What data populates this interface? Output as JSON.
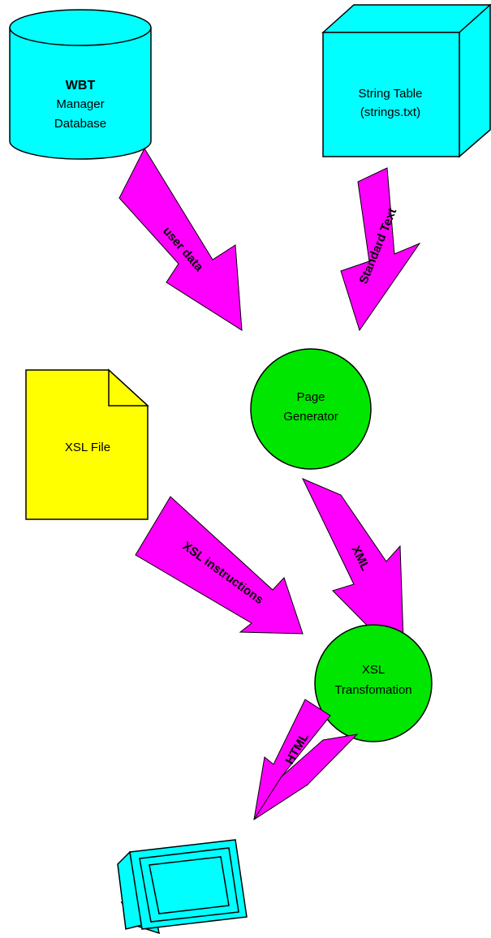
{
  "colors": {
    "cyan": "#00FFFF",
    "green": "#00E600",
    "yellow": "#FFFF00",
    "magenta": "#FF00FF",
    "stroke": "#000000"
  },
  "nodes": {
    "database": {
      "title": "WBT",
      "line2": "Manager",
      "line3": "Database",
      "icon": "cylinder-icon"
    },
    "string_table": {
      "line1": "String Table",
      "line2": "(strings.txt)",
      "icon": "box-icon"
    },
    "page_generator": {
      "line1": "Page",
      "line2": "Generator",
      "icon": "circle-icon"
    },
    "xsl_file": {
      "label": "XSL File",
      "icon": "document-icon"
    },
    "xsl_transformation": {
      "line1": "XSL",
      "line2": "Transfomation",
      "icon": "circle-icon"
    },
    "monitor": {
      "icon": "monitor-icon"
    }
  },
  "arrows": {
    "user_data": "user data",
    "standard_text": "Standard Text",
    "xml": "XML",
    "xsl_instructions": "XSL instructions",
    "html": "HTML"
  }
}
